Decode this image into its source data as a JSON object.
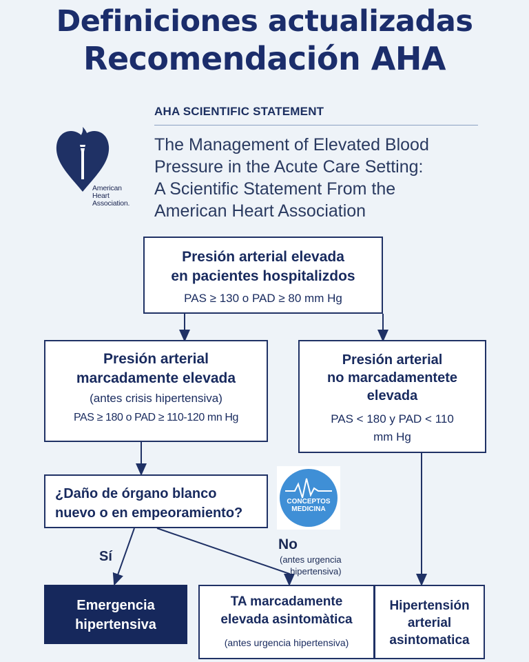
{
  "header": {
    "title_line1": "Definiciones actualizadas",
    "title_line2": "Recomendación AHA"
  },
  "statement": {
    "label": "AHA SCIENTIFIC STATEMENT",
    "title_lines": [
      "The Management of Elevated Blood",
      "Pressure in the Acute Care Setting:",
      "A Scientific Statement From the",
      "American Heart Association"
    ]
  },
  "logo": {
    "lines": [
      "American",
      "Heart",
      "Association."
    ]
  },
  "flowchart": {
    "top": {
      "title_lines": [
        "Presión arterial elevada",
        "en pacientes hospitalizdos"
      ],
      "criteria": "PAS ≥ 130 o PAD ≥ 80 mm Hg"
    },
    "left": {
      "title_lines": [
        "Presión arterial",
        "marcadamente elevada"
      ],
      "note": "(antes crisis hipertensiva)",
      "criteria": "PAS ≥ 180 o PAD ≥ 110-120 mn Hg"
    },
    "right": {
      "title_lines": [
        "Presión arterial",
        "no marcadamentete",
        "elevada"
      ],
      "criteria": "PAS < 180 y PAD < 110 mm Hg"
    },
    "question": {
      "lines": [
        "¿Daño de órgano blanco",
        "nuevo o en empeoramiento?"
      ]
    },
    "yes_label": "Sí",
    "no_label": "No",
    "no_sublabel_lines": [
      "(antes urgencia",
      "hipertensiva)"
    ],
    "emergency": {
      "lines": [
        "Emergencia",
        "hipertensiva"
      ]
    },
    "asymptomatic": {
      "lines": [
        "TA marcadamente",
        "elevada asintomàtica"
      ],
      "note": "(antes urgencia hipertensiva)"
    },
    "hypertension": {
      "lines": [
        "Hipertensión",
        "arterial",
        "asintomatica"
      ]
    }
  },
  "badge": {
    "lines": [
      "CONCEPTOS",
      "MEDICINA"
    ]
  },
  "colors": {
    "navy": "#1b2d6b",
    "box_border": "#1f3165",
    "emergency_fill": "#16285c",
    "badge_blue": "#3f8fd6",
    "background": "#eef3f8"
  }
}
